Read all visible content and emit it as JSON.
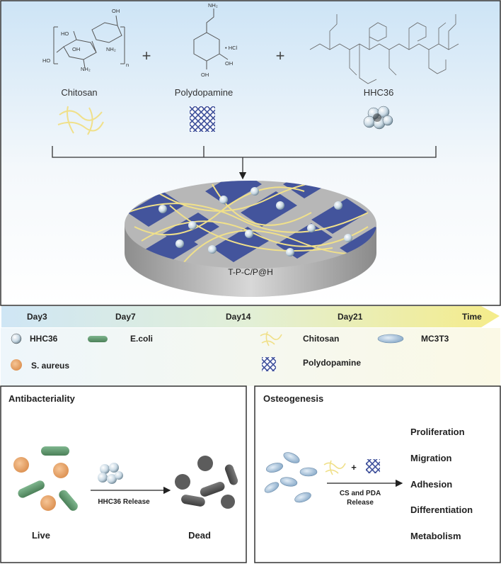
{
  "top": {
    "chitosan_label": "Chitosan",
    "polydopamine_label": "Polydopamine",
    "hhc36_label": "HHC36",
    "hcl_label": "• HCl",
    "nh2_label": "NH₂",
    "oh_label": "OH",
    "ho_label": "HO",
    "n_label": "n",
    "plus1": "+",
    "plus2": "+",
    "scaffold_label": "T-P-C/P@H"
  },
  "timeline": {
    "labels": [
      "Day3",
      "Day7",
      "Day14",
      "Day21",
      "Time"
    ],
    "gradient": [
      "#cfe6f5",
      "#e2efd6",
      "#f5ec8a"
    ]
  },
  "legend": {
    "hhc36": "HHC36",
    "ecoli": "E.coli",
    "chitosan": "Chitosan",
    "mc3t3": "MC3T3",
    "saureus": "S. aureus",
    "polydopamine": "Polydopamine"
  },
  "antibacteriality": {
    "title": "Antibacteriality",
    "release_label": "HHC36 Release",
    "live_label": "Live",
    "dead_label": "Dead"
  },
  "osteogenesis": {
    "title": "Osteogenesis",
    "plus": "+",
    "release_line1": "CS and PDA",
    "release_line2": "Release",
    "outcomes": [
      "Proliferation",
      "Migration",
      "Adhesion",
      "Differentiation",
      "Metabolism"
    ]
  },
  "colors": {
    "mesh_blue": "#3d4f9a",
    "fiber_yellow": "#f0e08a",
    "bacteria_green": "#5f9a70",
    "saureus_orange": "#e8a467",
    "dead_gray": "#5c5c5c",
    "cell_blue": "#a9c3dd"
  }
}
